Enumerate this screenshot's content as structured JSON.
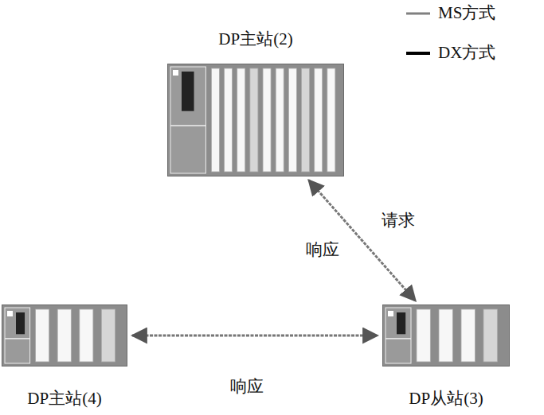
{
  "diagram": {
    "nodes": [
      {
        "text": [
          "DP主站(2)"
        ]
      },
      {
        "text": [
          "DP主站(4)"
        ]
      },
      {
        "text": [
          "DP从站(3)"
        ]
      }
    ],
    "edges": [
      {
        "from": 0,
        "to": 2,
        "arrow": "both",
        "label": "请求"
      },
      {
        "from": 1,
        "to": 2,
        "arrow": "both",
        "label": "响应"
      }
    ],
    "labels": [
      "响应"
    ],
    "legend": [
      {
        "text": "MS方式"
      },
      {
        "text": "DX方式"
      }
    ]
  }
}
